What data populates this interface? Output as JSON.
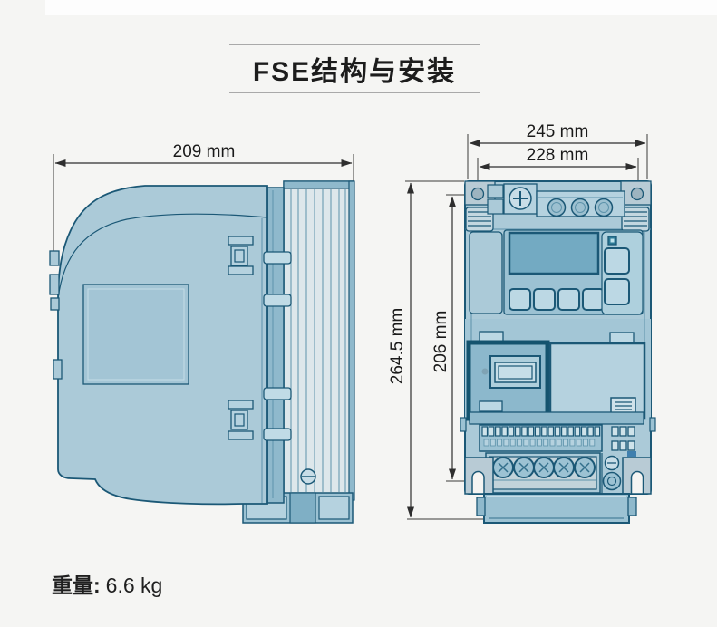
{
  "title": "FSE结构与安装",
  "side_view": {
    "description": "side-view-dimension-drawing",
    "dims": {
      "width": "209 mm"
    }
  },
  "front_view": {
    "description": "front-view-dimension-drawing",
    "dims": {
      "width": "245 mm",
      "mount_width": "228 mm",
      "height": "264.5 mm",
      "mount_height": "206 mm"
    }
  },
  "weight": {
    "label": "重量:",
    "value": "6.6 kg"
  },
  "colors": {
    "background": "#f5f5f3",
    "outline": "#1b5876",
    "body": "#abcad8",
    "panel": "#9cc2d3",
    "screen": "#73aac2",
    "heatsink": "#dde7eb",
    "light": "#c8dde7",
    "strip": "#8fb9cc"
  }
}
